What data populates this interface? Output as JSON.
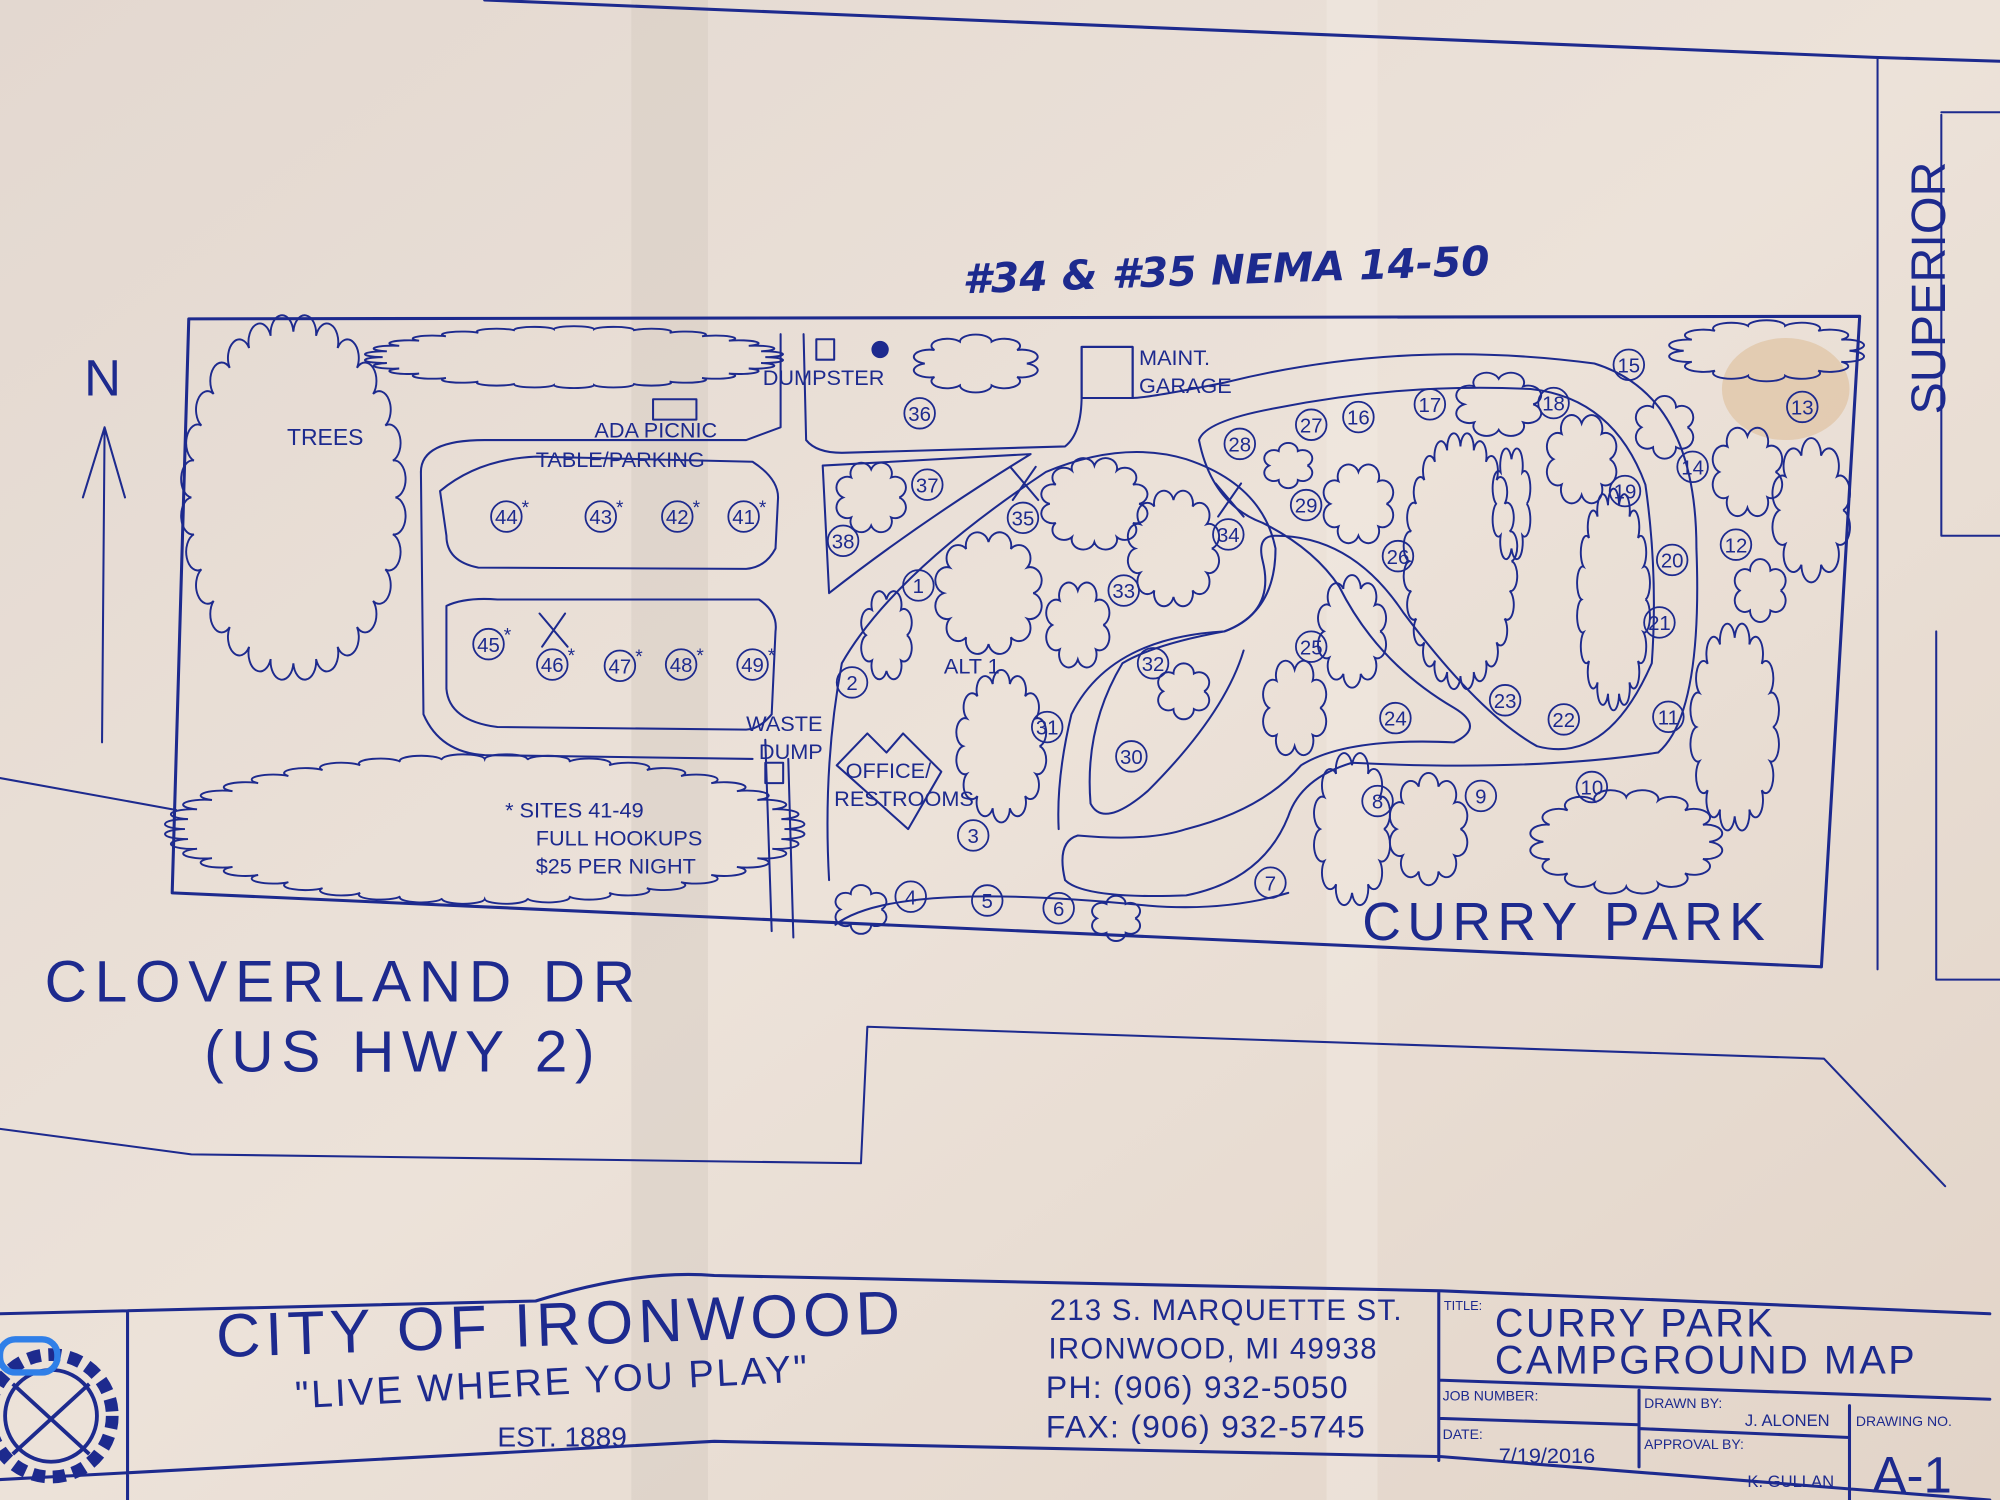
{
  "annotation": "#34 & #35 NEMA 14-50",
  "compass": {
    "label": "N"
  },
  "streets": {
    "superior": "SUPERIOR",
    "cloverland_line1": "CLOVERLAND DR",
    "cloverland_line2": "(US HWY 2)"
  },
  "park_name": "CURRY PARK",
  "labels": {
    "trees": "TREES",
    "ada_line1": "ADA PICNIC",
    "ada_line2": "TABLE/PARKING",
    "dumpster": "DUMPSTER",
    "maint_line1": "MAINT.",
    "maint_line2": "GARAGE",
    "waste_line1": "WASTE",
    "waste_line2": "DUMP",
    "office_line1": "OFFICE/",
    "office_line2": "RESTROOMS",
    "alt1": "ALT 1",
    "note_line1": "* SITES 41-49",
    "note_line2": "FULL HOOKUPS",
    "note_line3": "$25 PER NIGHT"
  },
  "sites": [
    {
      "num": "1"
    },
    {
      "num": "2"
    },
    {
      "num": "3"
    },
    {
      "num": "4"
    },
    {
      "num": "5"
    },
    {
      "num": "6"
    },
    {
      "num": "7"
    },
    {
      "num": "8"
    },
    {
      "num": "9"
    },
    {
      "num": "10"
    },
    {
      "num": "11"
    },
    {
      "num": "12"
    },
    {
      "num": "13"
    },
    {
      "num": "14"
    },
    {
      "num": "15"
    },
    {
      "num": "16"
    },
    {
      "num": "17"
    },
    {
      "num": "18"
    },
    {
      "num": "19"
    },
    {
      "num": "20"
    },
    {
      "num": "21"
    },
    {
      "num": "22"
    },
    {
      "num": "23"
    },
    {
      "num": "24"
    },
    {
      "num": "25"
    },
    {
      "num": "26"
    },
    {
      "num": "27"
    },
    {
      "num": "28"
    },
    {
      "num": "29"
    },
    {
      "num": "30"
    },
    {
      "num": "31"
    },
    {
      "num": "32"
    },
    {
      "num": "33"
    },
    {
      "num": "34",
      "crossed": true
    },
    {
      "num": "35",
      "crossed": true
    },
    {
      "num": "36"
    },
    {
      "num": "37"
    },
    {
      "num": "38"
    },
    {
      "num": "41",
      "full_hookup": true
    },
    {
      "num": "42",
      "full_hookup": true
    },
    {
      "num": "43",
      "full_hookup": true
    },
    {
      "num": "44",
      "full_hookup": true
    },
    {
      "num": "45",
      "full_hookup": true
    },
    {
      "num": "46",
      "full_hookup": true,
      "crossed": true
    },
    {
      "num": "47",
      "full_hookup": true
    },
    {
      "num": "48",
      "full_hookup": true
    },
    {
      "num": "49",
      "full_hookup": true
    }
  ],
  "title_block": {
    "org": "CITY OF IRONWOOD",
    "slogan": "\"LIVE WHERE YOU PLAY\"",
    "est": "EST. 1889",
    "address1": "213 S. MARQUETTE ST.",
    "address2": "IRONWOOD, MI 49938",
    "phone": "PH: (906) 932-5050",
    "fax": "FAX: (906) 932-5745",
    "title_label": "TITLE:",
    "title1": "CURRY PARK",
    "title2": "CAMPGROUND MAP",
    "job_label": "JOB NUMBER:",
    "date_label": "DATE:",
    "date": "7/19/2016",
    "drawn_label": "DRAWN BY:",
    "drawn": "J. ALONEN",
    "approval_label": "APPROVAL BY:",
    "approval": "K. GULLAN",
    "drawing_no_label": "DRAWING NO.",
    "drawing_no": "A-1"
  },
  "colors": {
    "ink": "#1d2a8e",
    "paper": "#e6dbd2"
  }
}
